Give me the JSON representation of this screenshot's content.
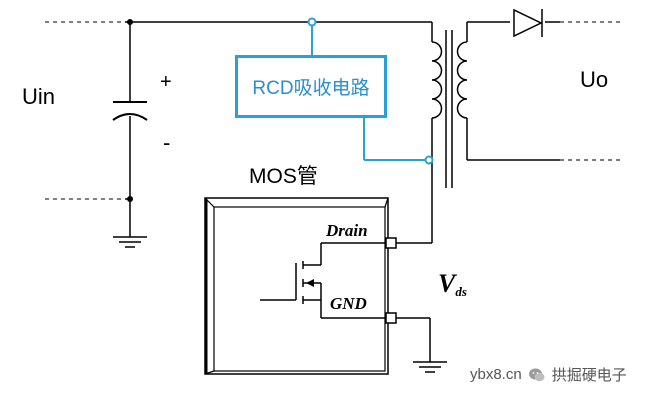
{
  "labels": {
    "input_voltage": "Uin",
    "output_voltage": "Uo",
    "cap_plus": "+",
    "cap_minus": "-",
    "mos_title": "MOS管",
    "rcd_block": "RCD吸收电路",
    "drain_pin": "Drain",
    "gnd_pin": "GND",
    "vds_main": "V",
    "vds_sub": "ds"
  },
  "watermark": {
    "site": "ybx8.cn",
    "brand": "拱掘硬电子",
    "icon": "wechat-icon"
  },
  "colors": {
    "wire": "#000000",
    "dashed": "#000000",
    "rcd_accent": "#2aa0d8",
    "mos_body": "#ffffff"
  }
}
